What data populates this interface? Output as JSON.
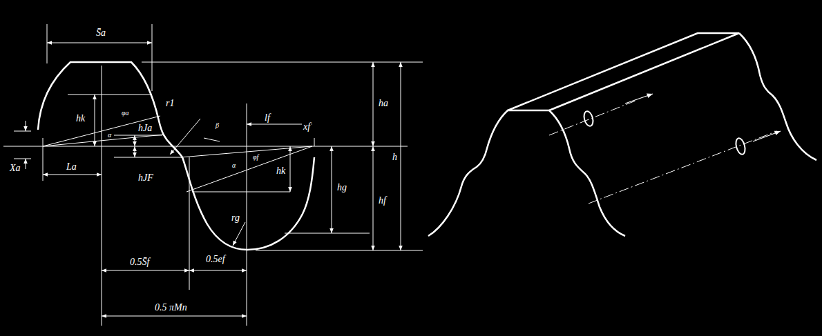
{
  "diagram": {
    "labels": [
      "S̄a",
      "hk",
      "φa",
      "r1",
      "β",
      "lf",
      "xf",
      "ha",
      "h",
      "hf",
      "hk",
      "hg",
      "rg",
      "Xa",
      "La",
      "hJa",
      "hJF",
      "0.5S̄f",
      "0.5ef",
      "0.5 πMn",
      "α",
      "φf",
      "α"
    ]
  }
}
